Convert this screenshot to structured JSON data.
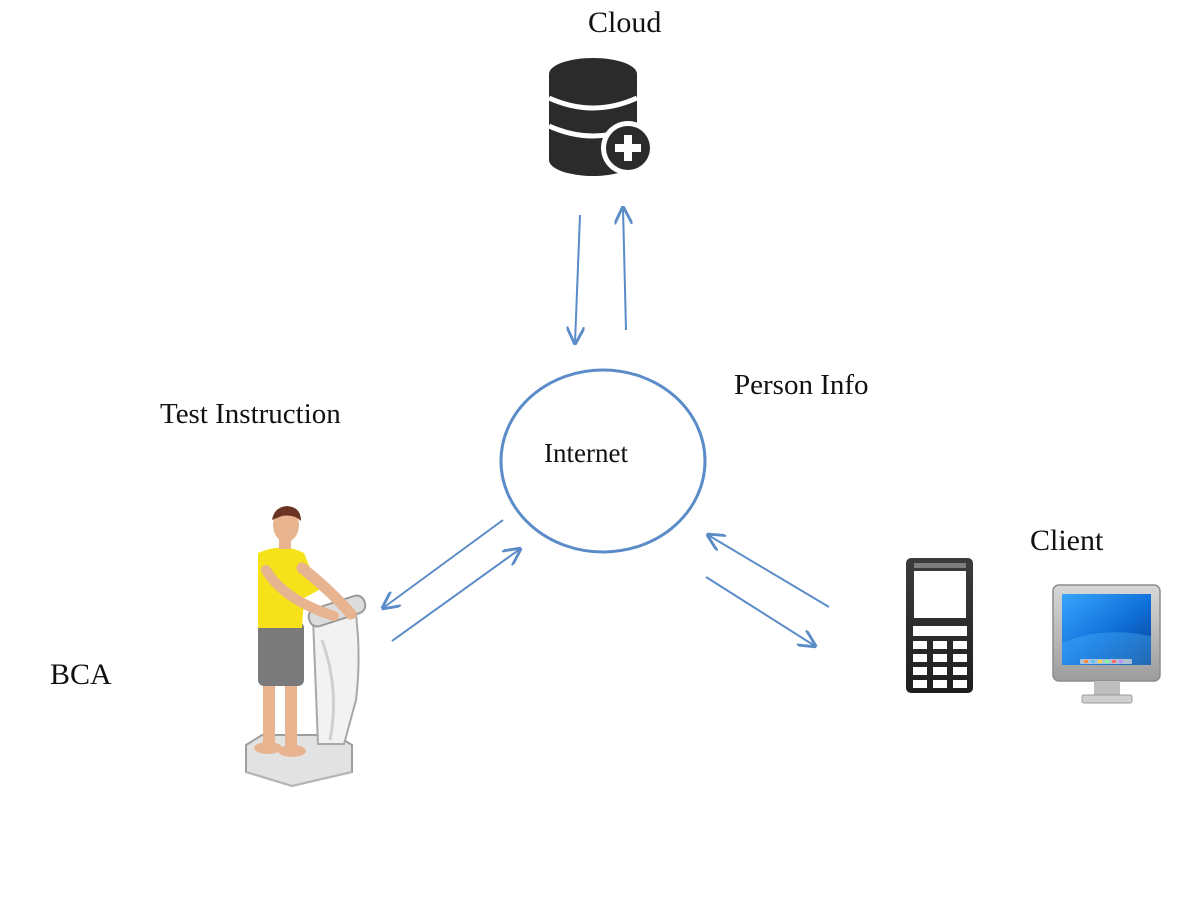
{
  "labels": {
    "cloud": "Cloud",
    "internet": "Internet",
    "person_info": "Person Info",
    "test_instruction": "Test Instruction",
    "client": "Client",
    "bca": "BCA"
  },
  "icons": {
    "cloud": "database-plus-icon",
    "bca": "person-on-body-composition-analyzer-icon",
    "client_phone": "mobile-phone-icon",
    "client_monitor": "desktop-monitor-icon"
  },
  "colors": {
    "accent": "#5B8CC8",
    "text": "#111111",
    "icon_dark": "#2B2B2B",
    "shirt": "#F6E21A"
  }
}
